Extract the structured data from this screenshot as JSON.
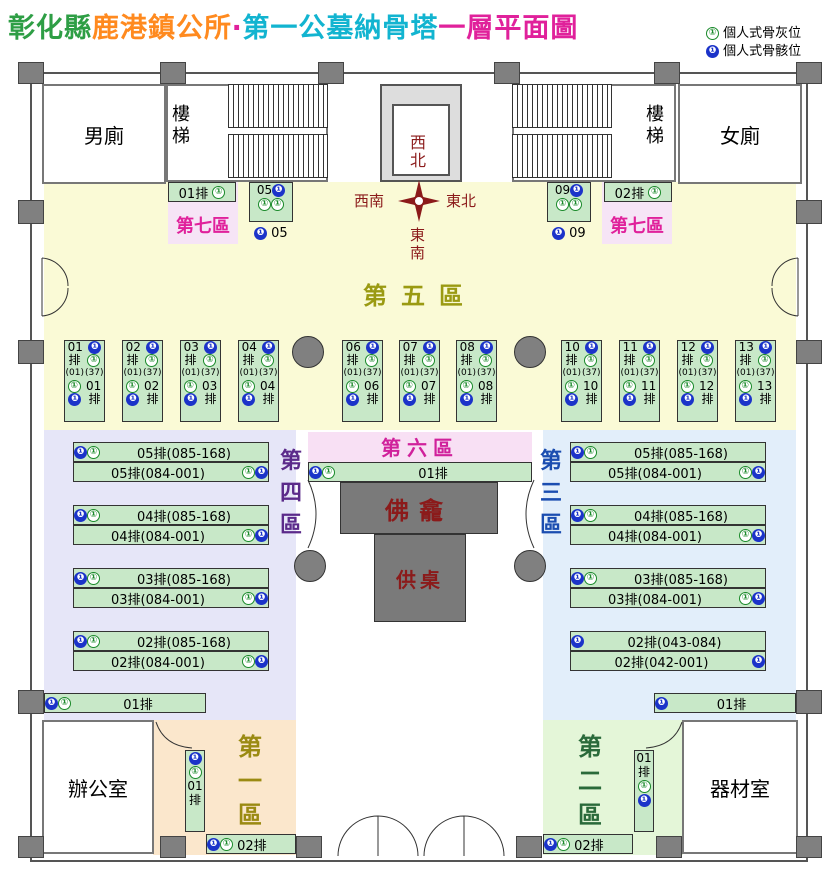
{
  "title": {
    "part1": "彰化縣",
    "part2": "鹿港鎮公所",
    "dot": "‧",
    "part3": "第一公墓納骨塔",
    "part4": "一層平面圖"
  },
  "legend": {
    "ash": "個人式骨灰位",
    "bone": "個人式骨骸位",
    "ash_symbol": "①",
    "bone_symbol": "❶"
  },
  "rooms": {
    "mens": "男廁",
    "womens": "女廁",
    "office": "辦公室",
    "equipment": "器材室",
    "stairs": "樓梯",
    "stairs_r": "樓梯"
  },
  "elevator": {
    "l1": "西",
    "l2": "北"
  },
  "compass": {
    "west": "西南",
    "east": "東北",
    "south_a": "東",
    "south_b": "南"
  },
  "zones": {
    "z1": [
      "第",
      "一",
      "區"
    ],
    "z2": [
      "第",
      "二",
      "區"
    ],
    "z3": [
      "第",
      "三",
      "區"
    ],
    "z4": [
      "第",
      "四",
      "區"
    ],
    "z5": "第五區",
    "z6": "第六區",
    "z7a": "第七區",
    "z7b": "第七區"
  },
  "altar": {
    "buddha": "佛龕",
    "table": "供桌"
  },
  "z7": {
    "left_row": "01排",
    "right_row": "02排",
    "col_l": "05",
    "col_r": "09",
    "lbl_l": "05",
    "lbl_r": "09"
  },
  "z5cols": [
    {
      "n": "01",
      "pai": "排",
      "a": "(01)",
      "b": "(37)",
      "n2": "01",
      "p2": "排"
    },
    {
      "n": "02",
      "pai": "排",
      "a": "(01)",
      "b": "(37)",
      "n2": "02",
      "p2": "排"
    },
    {
      "n": "03",
      "pai": "排",
      "a": "(01)",
      "b": "(37)",
      "n2": "03",
      "p2": "排"
    },
    {
      "n": "04",
      "pai": "排",
      "a": "(01)",
      "b": "(37)",
      "n2": "04",
      "p2": "排"
    },
    {
      "n": "06",
      "pai": "排",
      "a": "(01)",
      "b": "(37)",
      "n2": "06",
      "p2": "排"
    },
    {
      "n": "07",
      "pai": "排",
      "a": "(01)",
      "b": "(37)",
      "n2": "07",
      "p2": "排"
    },
    {
      "n": "08",
      "pai": "排",
      "a": "(01)",
      "b": "(37)",
      "n2": "08",
      "p2": "排"
    },
    {
      "n": "10",
      "pai": "排",
      "a": "(01)",
      "b": "(37)",
      "n2": "10",
      "p2": "排"
    },
    {
      "n": "11",
      "pai": "排",
      "a": "(01)",
      "b": "(37)",
      "n2": "11",
      "p2": "排"
    },
    {
      "n": "12",
      "pai": "排",
      "a": "(01)",
      "b": "(37)",
      "n2": "12",
      "p2": "排"
    },
    {
      "n": "13",
      "pai": "排",
      "a": "(01)",
      "b": "(37)",
      "n2": "13",
      "p2": "排"
    }
  ],
  "z4rows": [
    {
      "top": "05排(085-168)",
      "bot": "05排(084-001)"
    },
    {
      "top": "04排(085-168)",
      "bot": "04排(084-001)"
    },
    {
      "top": "03排(085-168)",
      "bot": "03排(084-001)"
    },
    {
      "top": "02排(085-168)",
      "bot": "02排(084-001)"
    }
  ],
  "z3rows": [
    {
      "top": "05排(085-168)",
      "bot": "05排(084-001)"
    },
    {
      "top": "04排(085-168)",
      "bot": "04排(084-001)"
    },
    {
      "top": "03排(085-168)",
      "bot": "03排(084-001)"
    },
    {
      "top": "02排(043-084)",
      "bot": "02排(042-001)"
    }
  ],
  "z6row": "01排",
  "left01": "01排",
  "right01": "01排",
  "z1": {
    "col": [
      "01",
      "排"
    ],
    "row": "02排"
  },
  "z2": {
    "col": [
      "01",
      "排"
    ],
    "row": "02排"
  }
}
